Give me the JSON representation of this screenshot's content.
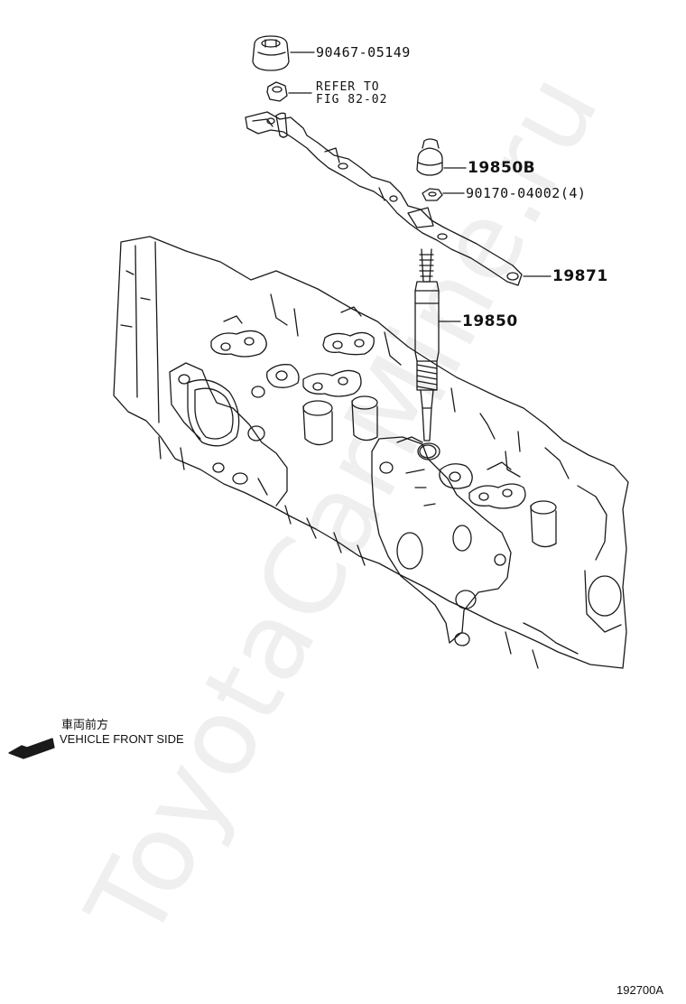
{
  "callouts": {
    "cap_nut": "90467-05149",
    "refer_line1": "REFER TO",
    "refer_line2": "FIG 82-02",
    "nut_b": "19850B",
    "washer": "90170-04002(4)",
    "bus_bar": "19871",
    "glow_plug": "19850"
  },
  "front_side": {
    "japanese": "車両前方",
    "english": "VEHICLE FRONT SIDE"
  },
  "watermark": "ToyotaCarMine.ru",
  "figure_code": "192700A",
  "colors": {
    "line": "#1a1a1a",
    "watermark": "#dcdcdc"
  }
}
